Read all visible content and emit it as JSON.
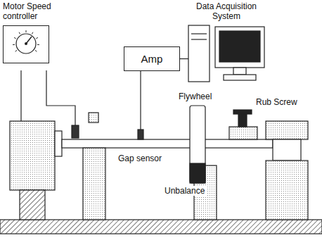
{
  "diagram": {
    "nodes": [
      {
        "text": [
          "Motor Speed controller"
        ]
      },
      {
        "text": [
          "Amp"
        ]
      },
      {
        "text": [
          "Data Acquisition System"
        ]
      }
    ],
    "edges": [
      {
        "from": 1,
        "to": 2,
        "arrow": "none"
      }
    ],
    "labels": [
      "Flywheel",
      "Rub Screw",
      "Gap sensor",
      "Unbalance"
    ]
  }
}
